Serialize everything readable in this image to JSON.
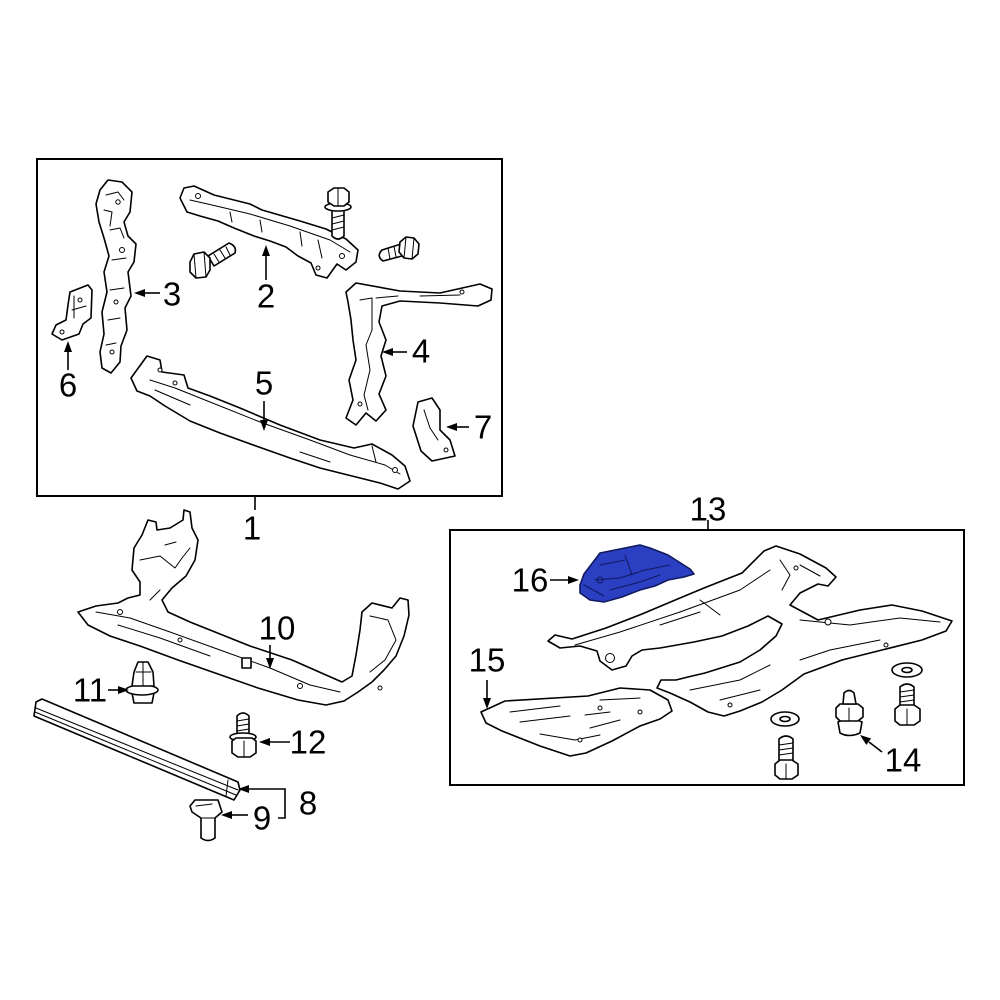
{
  "callouts": [
    "1",
    "2",
    "3",
    "4",
    "5",
    "6",
    "7",
    "8",
    "9",
    "10",
    "11",
    "12",
    "13",
    "14",
    "15",
    "16"
  ],
  "colors": {
    "highlight": "#2b3fc3",
    "line": "#000000"
  }
}
